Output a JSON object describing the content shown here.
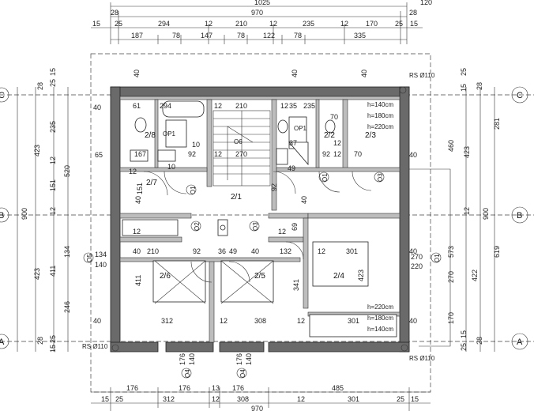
{
  "dims_top": {
    "overall": "1025",
    "right_extra": "120",
    "left_28": "28",
    "inner_970": "970",
    "row2": [
      "15",
      "25",
      "294",
      "12",
      "210",
      "12",
      "235",
      "12",
      "170",
      "25",
      "15"
    ],
    "row3": [
      "187",
      "78",
      "147",
      "78",
      "122",
      "78",
      "335"
    ]
  },
  "dims_bottom": {
    "row1": [
      "176",
      "176",
      "176",
      "13",
      "485"
    ],
    "row2": [
      "15",
      "25",
      "312",
      "12",
      "308",
      "12",
      "301",
      "25",
      "15"
    ],
    "row3": [
      "970"
    ]
  },
  "dims_left": [
    "28",
    "25",
    "15",
    "235",
    "423",
    "12",
    "151",
    "520",
    "900",
    "12",
    "134",
    "423",
    "411",
    "246",
    "28",
    "25",
    "15"
  ],
  "dims_right": [
    "25",
    "28",
    "15",
    "281",
    "460",
    "423",
    "12",
    "900",
    "573",
    "619",
    "270",
    "422",
    "170",
    "15",
    "25",
    "28"
  ],
  "axes": [
    "C",
    "B",
    "A",
    "C",
    "B",
    "A"
  ],
  "rooms": {
    "r28": "2/8",
    "r27": "2/7",
    "r21": "2/1",
    "r22": "2/2",
    "r23": "2/3",
    "r26": "2/6",
    "r25": "2/5",
    "r24": "2/4",
    "op1a": "OP1",
    "op1b": "OP1",
    "o1": "O1",
    "o2": "O2",
    "o3": "O3",
    "o4a": "O4",
    "o4b": "O4",
    "o5": "O5",
    "o6": "O6",
    "o1b": "O1",
    "o1c": "O1",
    "o3b": "O3"
  },
  "heights": [
    "h=140cm",
    "h=180cm",
    "h=220cm",
    "h=220cm",
    "h=180cm",
    "h=140cm"
  ],
  "notes": [
    "RS Ø110",
    "RS Ø110",
    "RS Ø110"
  ],
  "inner": {
    "t61": "61",
    "t294": "294",
    "t12a": "12",
    "t210": "210",
    "t12b": "12",
    "t35": "35",
    "t235": "235",
    "t70a": "70",
    "t10": "10",
    "t92a": "92",
    "t167": "167",
    "t12c": "12",
    "t270": "270",
    "t37": "37",
    "t92b": "92",
    "t12d": "12",
    "t70b": "70",
    "t151": "151",
    "t12e": "12",
    "t49a": "49",
    "t92c": "92",
    "t12f": "12",
    "t69": "69",
    "t40a": "40",
    "t210b": "210",
    "t92d": "92",
    "t36": "36",
    "t49b": "49",
    "t40b": "40",
    "t132": "132",
    "t12g": "12",
    "t301": "301",
    "t134": "134",
    "t140": "140",
    "t270b": "270",
    "t220": "220",
    "t411": "411",
    "t341": "341",
    "t423": "423",
    "t40c": "40",
    "t312": "312",
    "t12h": "12",
    "t308": "308",
    "t12i": "12",
    "t301b": "301",
    "t40d": "40",
    "t40e": "40",
    "t40f": "40",
    "t40g": "40",
    "t40h": "40",
    "t40i": "40",
    "t40j": "40",
    "t40k": "40",
    "t40l": "40",
    "t65": "65",
    "t12j": "12",
    "t12k": "12",
    "t10b": "10",
    "t176a": "176",
    "t140a": "140",
    "t176b": "176",
    "t140b": "140"
  }
}
